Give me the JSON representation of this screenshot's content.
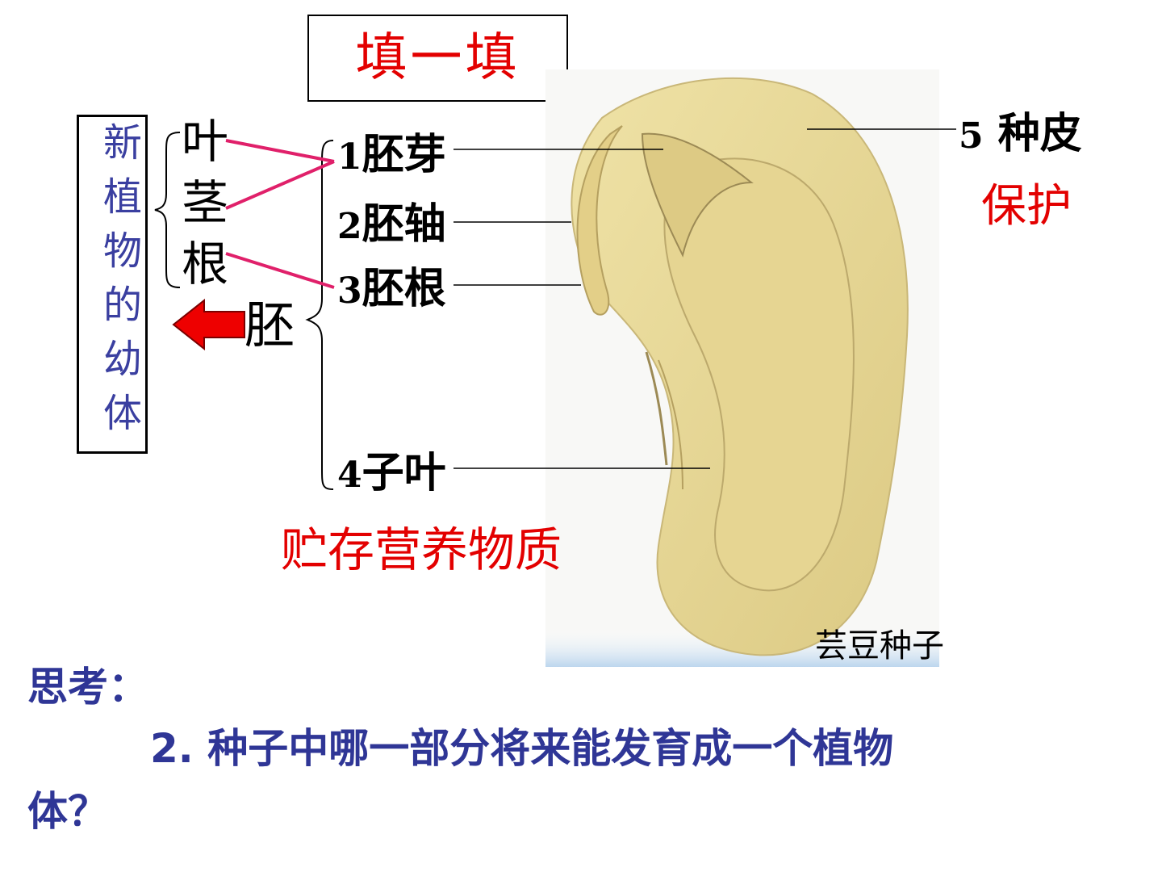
{
  "title": "填一填",
  "new_plant_label": "新植物的幼体",
  "plant_parts": [
    "叶",
    "茎",
    "根"
  ],
  "embryo": "胚",
  "seed_parts": [
    {
      "num": "1",
      "name": "胚芽"
    },
    {
      "num": "2",
      "name": "胚轴"
    },
    {
      "num": "3",
      "name": "胚根"
    },
    {
      "num": "4",
      "name": "子叶"
    },
    {
      "num": "5",
      "name": "种皮"
    }
  ],
  "seed_coat_function": "保护",
  "cotyledon_function": "贮存营养物质",
  "image_caption": "芸豆种子",
  "question": {
    "heading": "思考：",
    "line1": "2. 种子中哪一部分将来能发育成一个植物",
    "line2": "体？"
  },
  "colors": {
    "title_red": "#e30000",
    "label_blue": "#3a3fa0",
    "connector_pink": "#e0206a",
    "arrow_red": "#ee0000",
    "seed_fill": "#e8d89a"
  }
}
